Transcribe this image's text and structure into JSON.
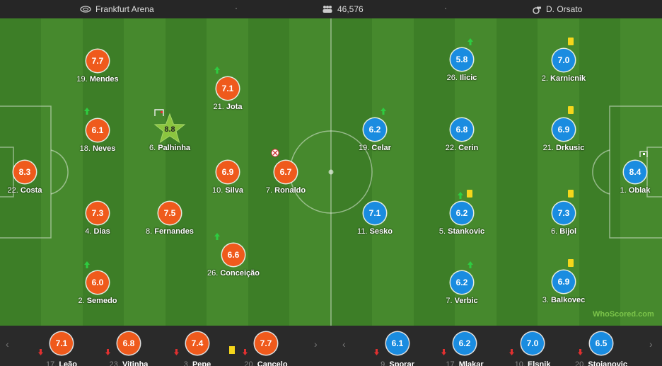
{
  "match_info": {
    "venue": "Frankfurt Arena",
    "attendance": "46,576",
    "referee": "D. Orsato",
    "separator": "·"
  },
  "home_players": [
    {
      "num": "22.",
      "name": "Costa",
      "rating": "8.3"
    },
    {
      "num": "19.",
      "name": "Mendes",
      "rating": "7.7"
    },
    {
      "num": "18.",
      "name": "Neves",
      "rating": "6.1"
    },
    {
      "num": "4.",
      "name": "Dias",
      "rating": "7.3"
    },
    {
      "num": "2.",
      "name": "Semedo",
      "rating": "6.0"
    },
    {
      "num": "6.",
      "name": "Palhinha",
      "rating": "8.8"
    },
    {
      "num": "8.",
      "name": "Fernandes",
      "rating": "7.5"
    },
    {
      "num": "21.",
      "name": "Jota",
      "rating": "7.1"
    },
    {
      "num": "10.",
      "name": "Silva",
      "rating": "6.9"
    },
    {
      "num": "26.",
      "name": "Conceição",
      "rating": "6.6"
    },
    {
      "num": "7.",
      "name": "Ronaldo",
      "rating": "6.7"
    }
  ],
  "away_players": [
    {
      "num": "1.",
      "name": "Oblak",
      "rating": "8.4"
    },
    {
      "num": "2.",
      "name": "Karnicnik",
      "rating": "7.0"
    },
    {
      "num": "21.",
      "name": "Drkusic",
      "rating": "6.9"
    },
    {
      "num": "6.",
      "name": "Bijol",
      "rating": "7.3"
    },
    {
      "num": "3.",
      "name": "Balkovec",
      "rating": "6.9"
    },
    {
      "num": "26.",
      "name": "Ilicic",
      "rating": "5.8"
    },
    {
      "num": "22.",
      "name": "Cerin",
      "rating": "6.8"
    },
    {
      "num": "5.",
      "name": "Stankovic",
      "rating": "6.2"
    },
    {
      "num": "7.",
      "name": "Verbic",
      "rating": "6.2"
    },
    {
      "num": "19.",
      "name": "Celar",
      "rating": "6.2"
    },
    {
      "num": "11.",
      "name": "Sesko",
      "rating": "7.1"
    }
  ],
  "home_subs": [
    {
      "num": "17.",
      "name": "Leão",
      "rating": "7.1"
    },
    {
      "num": "23.",
      "name": "Vitinha",
      "rating": "6.8"
    },
    {
      "num": "3.",
      "name": "Pepe",
      "rating": "7.4"
    },
    {
      "num": "20.",
      "name": "Cancelo",
      "rating": "7.7"
    }
  ],
  "away_subs": [
    {
      "num": "9.",
      "name": "Sporar",
      "rating": "6.1"
    },
    {
      "num": "17.",
      "name": "Mlakar",
      "rating": "6.2"
    },
    {
      "num": "10.",
      "name": "Elsnik",
      "rating": "7.0"
    },
    {
      "num": "20.",
      "name": "Stojanovic",
      "rating": "6.5"
    }
  ],
  "watermark": {
    "brand": "WhoScored",
    "suffix": ".com"
  },
  "icons": {
    "venue": "stadium-icon",
    "attendance": "crowd-icon",
    "referee": "whistle-icon",
    "sub_on": "green-up-arrow-icon",
    "sub_off": "red-down-arrow-icon",
    "yellow_card": "yellow-card-icon",
    "man_of_match": "star-icon",
    "goal": "ball-icon"
  },
  "colors": {
    "home": "#ef5a1c",
    "away": "#1a8ce0",
    "star": "#8bc53f",
    "yellow_card": "#f5d61b",
    "sub_on": "#2ecc40",
    "sub_off": "#e03030"
  }
}
